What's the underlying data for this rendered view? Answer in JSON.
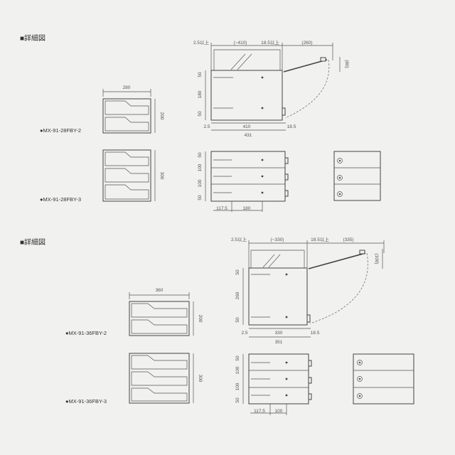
{
  "sections": [
    {
      "heading": "■詳細図",
      "front_width": "280",
      "height_2": "200",
      "height_3": "300",
      "model_2": "●MX-91-28FBY-2",
      "model_3": "●MX-91-28FBY-3",
      "side": {
        "top_left": "2.5以上",
        "top_mid": "(~410)",
        "top_right": "18.5以上",
        "open_width": "(260)",
        "open_height": "(80)",
        "gap_top": "50",
        "mid": "180",
        "gap_bottom": "50",
        "bottom_left": "2.5",
        "bottom_mid": "410",
        "bottom_right": "18.5",
        "overall": "431"
      },
      "rows3": {
        "r1": "50",
        "r2": "100",
        "r3": "100",
        "r4": "50",
        "bx1": "117.5",
        "bx2": "180"
      }
    },
    {
      "heading": "■詳細図",
      "front_width": "360",
      "height_2": "200",
      "height_3": "300",
      "model_2": "●MX-91-36FBY-2",
      "model_3": "●MX-91-36FBY-3",
      "side": {
        "top_left": "2.5以上",
        "top_mid": "(~330)",
        "top_right": "18.5以上",
        "open_width": "(335)",
        "open_height": "(100)",
        "gap_top": "50",
        "mid": "260",
        "gap_bottom": "50",
        "bottom_left": "2.5",
        "bottom_mid": "330",
        "bottom_right": "18.5",
        "overall": "351"
      },
      "rows3": {
        "r1": "50",
        "r2": "100",
        "r3": "100",
        "r4": "50",
        "bx1": "117.5",
        "bx2": "100"
      }
    }
  ]
}
